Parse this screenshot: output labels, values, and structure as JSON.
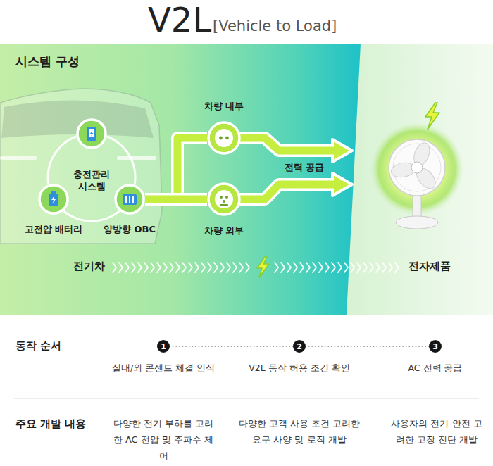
{
  "diagram": {
    "title": "V2L",
    "nodes": [
      {
        "text": [
          "충전관리 시스템"
        ]
      },
      {
        "text": [
          "고전압 배터리"
        ]
      },
      {
        "text": [
          "양방향 OBC"
        ]
      },
      {
        "text": [
          "차량 내부"
        ]
      },
      {
        "text": [
          "차량 외부"
        ]
      },
      {
        "text": [
          "1",
          "실내/외 콘센트 체결 인식"
        ]
      },
      {
        "text": [
          "2",
          "V2L 동작 허용 조건 확인"
        ]
      },
      {
        "text": [
          "3",
          "AC 전력 공급"
        ]
      }
    ],
    "edges": [
      {
        "from": 0,
        "to": 1,
        "arrow": "none"
      },
      {
        "from": 0,
        "to": 2,
        "arrow": "none"
      },
      {
        "from": 1,
        "to": 2,
        "arrow": "none"
      },
      {
        "from": 2,
        "to": 3,
        "arrow": "none"
      },
      {
        "from": 2,
        "to": 4,
        "arrow": "none"
      },
      {
        "from": 5,
        "to": 6,
        "arrow": "none"
      },
      {
        "from": 6,
        "to": 7,
        "arrow": "none"
      }
    ],
    "labels": [
      "[Vehicle to Load]",
      "시스템 구성",
      "전력 공급",
      "전기차",
      "전자제품",
      "동작 순서",
      "주요 개발 내용",
      "다양한 전기 부하를 고려한 AC 전압 및 주파수 제어",
      "다양한 고객 사용 조건 고려한 요구 사양 및 로직 개발",
      "사용자의 전기 안전 고려한 고장 진단 개발"
    ]
  }
}
